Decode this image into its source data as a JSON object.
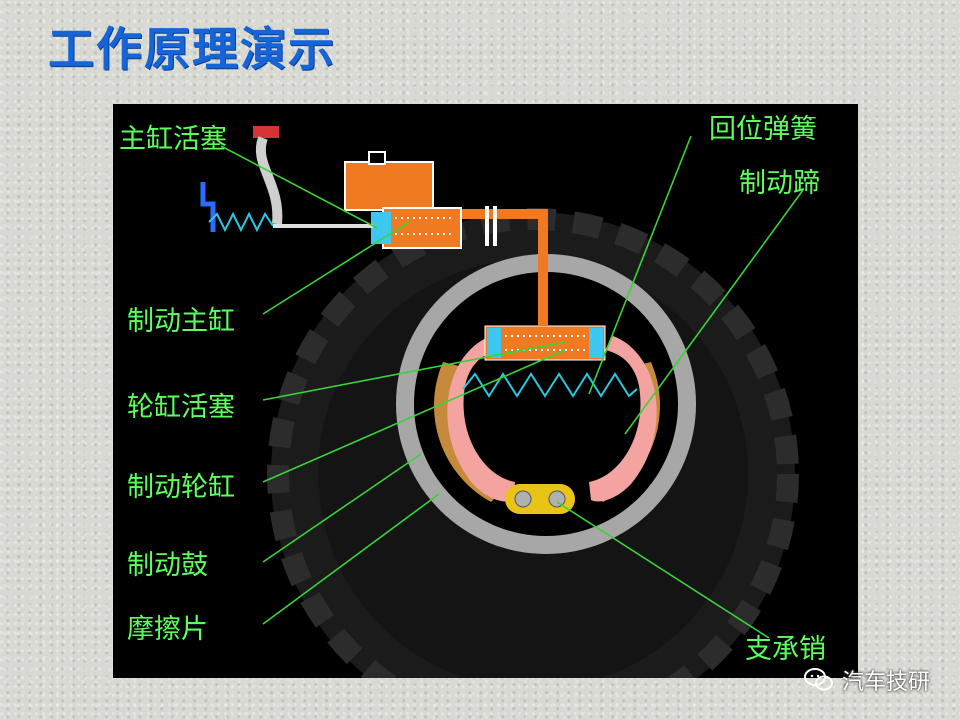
{
  "title": "工作原理演示",
  "diagram": {
    "labels": {
      "master_piston": "主缸活塞",
      "return_spring": "回位弹簧",
      "brake_shoe": "制动蹄",
      "master_cylinder": "制动主缸",
      "wheel_piston": "轮缸活塞",
      "wheel_cylinder": "制动轮缸",
      "brake_drum": "制动鼓",
      "friction_pad": "摩擦片",
      "support_pin": "支承销"
    }
  },
  "watermark": {
    "text": "汽车技研",
    "icon": "wechat-icon"
  },
  "colors": {
    "title": "#1565d8",
    "label": "#5cff5c",
    "leader": "#39d339",
    "oil": "#f07a22",
    "shoe": "#f4a4a0",
    "pad": "#c98a3c",
    "drum": "#a9a9a9",
    "spring": "#29c8e0",
    "pin": "#e8c418"
  }
}
